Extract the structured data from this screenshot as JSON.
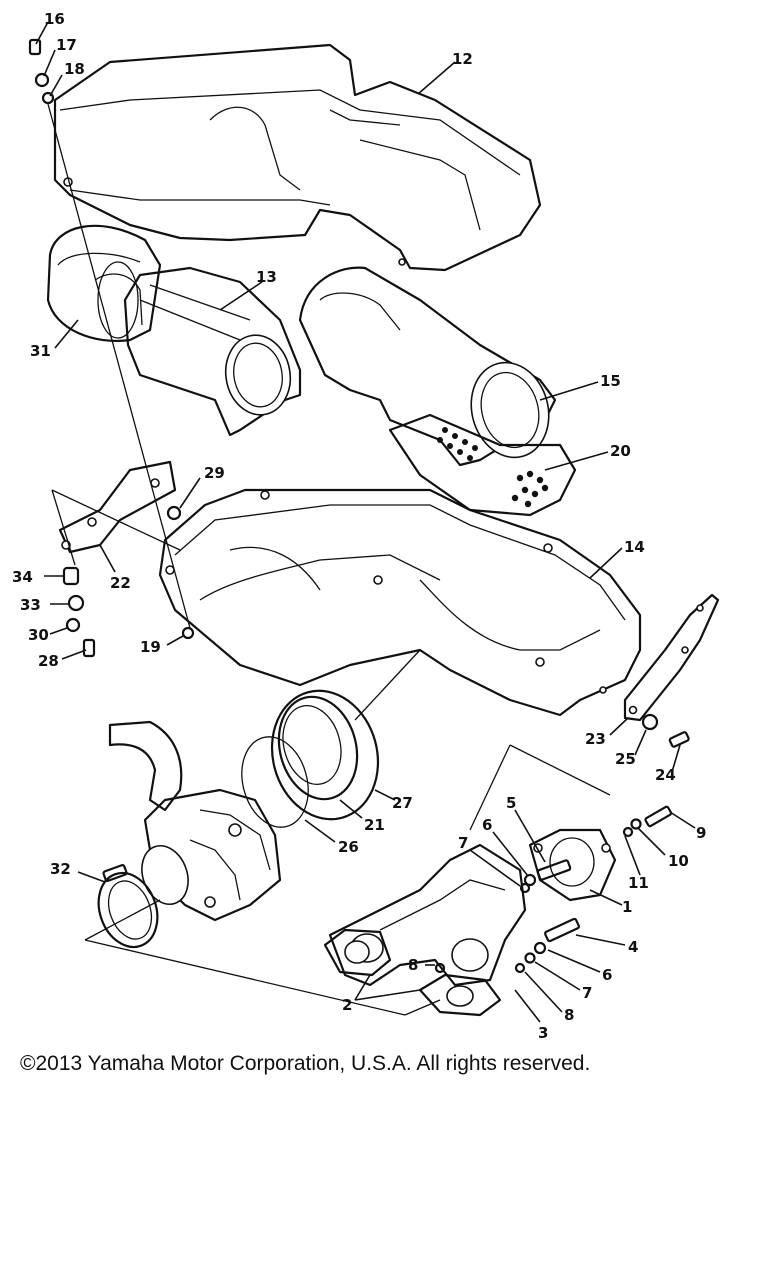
{
  "copyright": "©2013 Yamaha Motor Corporation, U.S.A. All rights reserved.",
  "callouts": {
    "c1": "1",
    "c2": "2",
    "c3": "3",
    "c4": "4",
    "c5": "5",
    "c6a": "6",
    "c6b": "6",
    "c7a": "7",
    "c7b": "7",
    "c8a": "8",
    "c8b": "8",
    "c9": "9",
    "c10": "10",
    "c11": "11",
    "c12": "12",
    "c13": "13",
    "c14": "14",
    "c15": "15",
    "c16": "16",
    "c17": "17",
    "c18": "18",
    "c19": "19",
    "c20": "20",
    "c21": "21",
    "c22": "22",
    "c23": "23",
    "c24": "24",
    "c25": "25",
    "c26": "26",
    "c27": "27",
    "c28": "28",
    "c29": "29",
    "c30": "30",
    "c31": "31",
    "c32": "32",
    "c33": "33",
    "c34": "34"
  }
}
